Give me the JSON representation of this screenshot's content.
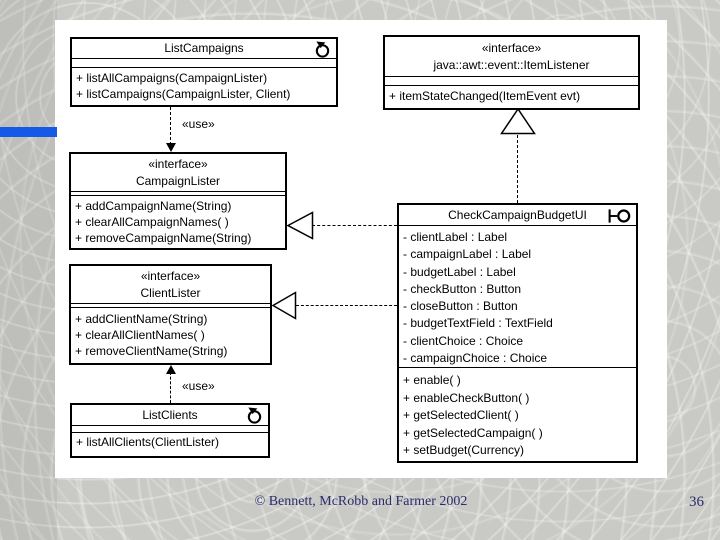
{
  "slide": {
    "footer_text": "© Bennett, McRobb and Farmer 2002",
    "page_number": "36",
    "colors": {
      "accent_bar": "#1659e6",
      "footer_text": "#2b2b6e",
      "panel_background": "#ffffff",
      "slide_background": "#c9cac5",
      "diagram_lines": "#000000"
    }
  },
  "diagram": {
    "classes": [
      {
        "name": "ListCampaigns",
        "icon": "control-icon",
        "attributes": [],
        "operations": [
          "+ listAllCampaigns(CampaignLister)",
          "+ listCampaigns(CampaignLister, Client)"
        ]
      },
      {
        "stereotype": "«interface»",
        "name": "java::awt::event::ItemListener",
        "attributes": [],
        "operations": [
          "+ itemStateChanged(ItemEvent evt)"
        ]
      },
      {
        "stereotype": "«interface»",
        "name": "CampaignLister",
        "attributes": [],
        "operations": [
          "+ addCampaignName(String)",
          "+ clearAllCampaignNames( )",
          "+ removeCampaignName(String)"
        ]
      },
      {
        "stereotype": "«interface»",
        "name": "ClientLister",
        "attributes": [],
        "operations": [
          "+ addClientName(String)",
          "+ clearAllClientNames( )",
          "+ removeClientName(String)"
        ]
      },
      {
        "name": "ListClients",
        "icon": "control-icon",
        "attributes": [],
        "operations": [
          "+ listAllClients(ClientLister)"
        ]
      },
      {
        "name": "CheckCampaignBudgetUI",
        "icon": "boundary-icon",
        "attributes": [
          "- clientLabel : Label",
          "- campaignLabel : Label",
          "- budgetLabel : Label",
          "- checkButton : Button",
          "- closeButton : Button",
          "- budgetTextField : TextField",
          "- clientChoice : Choice",
          "- campaignChoice : Choice"
        ],
        "operations": [
          "+ enable( )",
          "+ enableCheckButton( )",
          "+ getSelectedClient( )",
          "+ getSelectedCampaign( )",
          "+ setBudget(Currency)"
        ]
      }
    ],
    "relationships": [
      {
        "type": "dependency",
        "label": "«use»",
        "from": "ListCampaigns",
        "to": "CampaignLister"
      },
      {
        "type": "dependency",
        "label": "«use»",
        "from": "ListClients",
        "to": "ClientLister"
      },
      {
        "type": "realization",
        "label": "",
        "from": "CheckCampaignBudgetUI",
        "to": "java::awt::event::ItemListener"
      },
      {
        "type": "realization",
        "label": "",
        "from": "CheckCampaignBudgetUI",
        "to": "CampaignLister"
      },
      {
        "type": "realization",
        "label": "",
        "from": "CheckCampaignBudgetUI",
        "to": "ClientLister"
      }
    ]
  }
}
